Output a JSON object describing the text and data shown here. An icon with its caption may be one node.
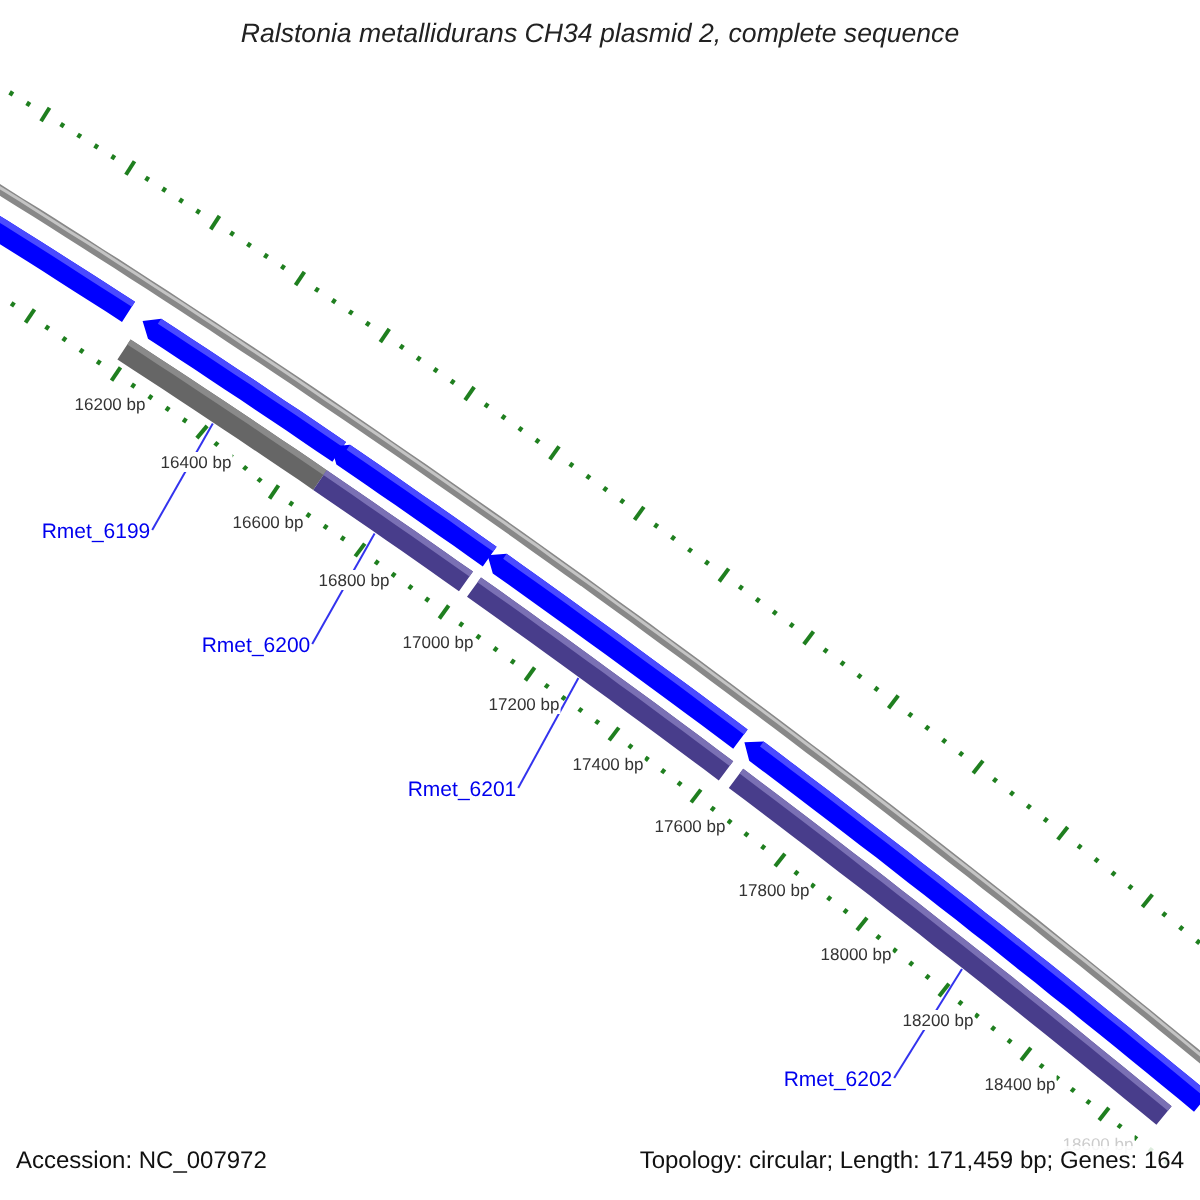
{
  "diagram": {
    "title": "Ralstonia metallidurans CH34 plasmid 2, complete sequence",
    "nodes": [
      {
        "text": [
          "Rmet_6199"
        ]
      },
      {
        "text": [
          "Rmet_6200"
        ]
      },
      {
        "text": [
          "Rmet_6201"
        ]
      },
      {
        "text": [
          "Rmet_6202"
        ]
      },
      {
        "text": [],
        "shape": "bar"
      },
      {
        "text": [],
        "shape": "bar"
      },
      {
        "text": [],
        "shape": "bar"
      },
      {
        "text": [],
        "shape": "bar"
      },
      {
        "text": [],
        "shape": "arrow"
      },
      {
        "text": [],
        "shape": "arrow"
      },
      {
        "text": [],
        "shape": "arrow"
      },
      {
        "text": [],
        "shape": "arrow"
      },
      {
        "text": [],
        "shape": "arrow"
      }
    ],
    "edges": [
      {
        "from": 0,
        "to": 4,
        "arrow": "none"
      },
      {
        "from": 1,
        "to": 5,
        "arrow": "none"
      },
      {
        "from": 2,
        "to": 6,
        "arrow": "none"
      },
      {
        "from": 3,
        "to": 7,
        "arrow": "none"
      }
    ],
    "labels": [
      "16200 bp",
      "16400 bp",
      "16600 bp",
      "16800 bp",
      "17000 bp",
      "17200 bp",
      "17400 bp",
      "17600 bp",
      "17800 bp",
      "18000 bp",
      "18200 bp",
      "18400 bp",
      "18600 bp",
      "Accession: NC_007972",
      "Topology: circular; Length: 171,459 bp; Genes: 164"
    ]
  }
}
